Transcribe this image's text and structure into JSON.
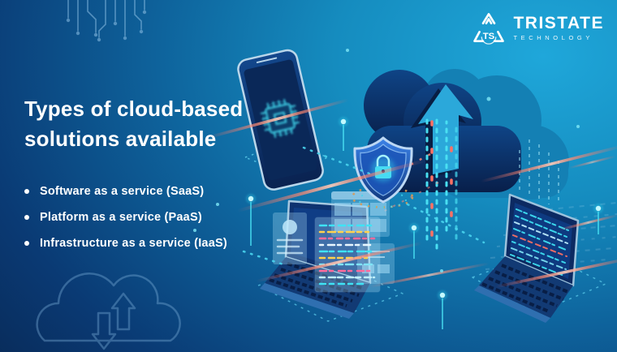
{
  "brand": {
    "monogram": "TS",
    "name": "TRISTATE",
    "tagline": "TECHNOLOGY"
  },
  "headline": {
    "line1": "Types of cloud-based",
    "line2": "solutions available"
  },
  "bullets": [
    {
      "label": "Software as a service (SaaS)"
    },
    {
      "label": "Platform as a service (PaaS)"
    },
    {
      "label": "Infrastructure as a service (IaaS)"
    }
  ],
  "colors": {
    "background_bright": "#1fa7da",
    "background_dark": "#071f44",
    "text": "#ffffff",
    "cloud_front": "#0a2453",
    "cloud_back": "#1480b4",
    "accent_cyan": "#43ddf2",
    "accent_red": "#ff7163",
    "streak_salmon": "#ff8a72",
    "outline_light": "#b9d6ea"
  },
  "illustration_icons": [
    "circuit-icon",
    "smartphone-chip-icon",
    "cloud-upload-icon",
    "shield-lock-icon",
    "laptop-apps-icon",
    "laptop-code-icon",
    "upload-download-cloud-icon",
    "signal-pin-icon"
  ]
}
